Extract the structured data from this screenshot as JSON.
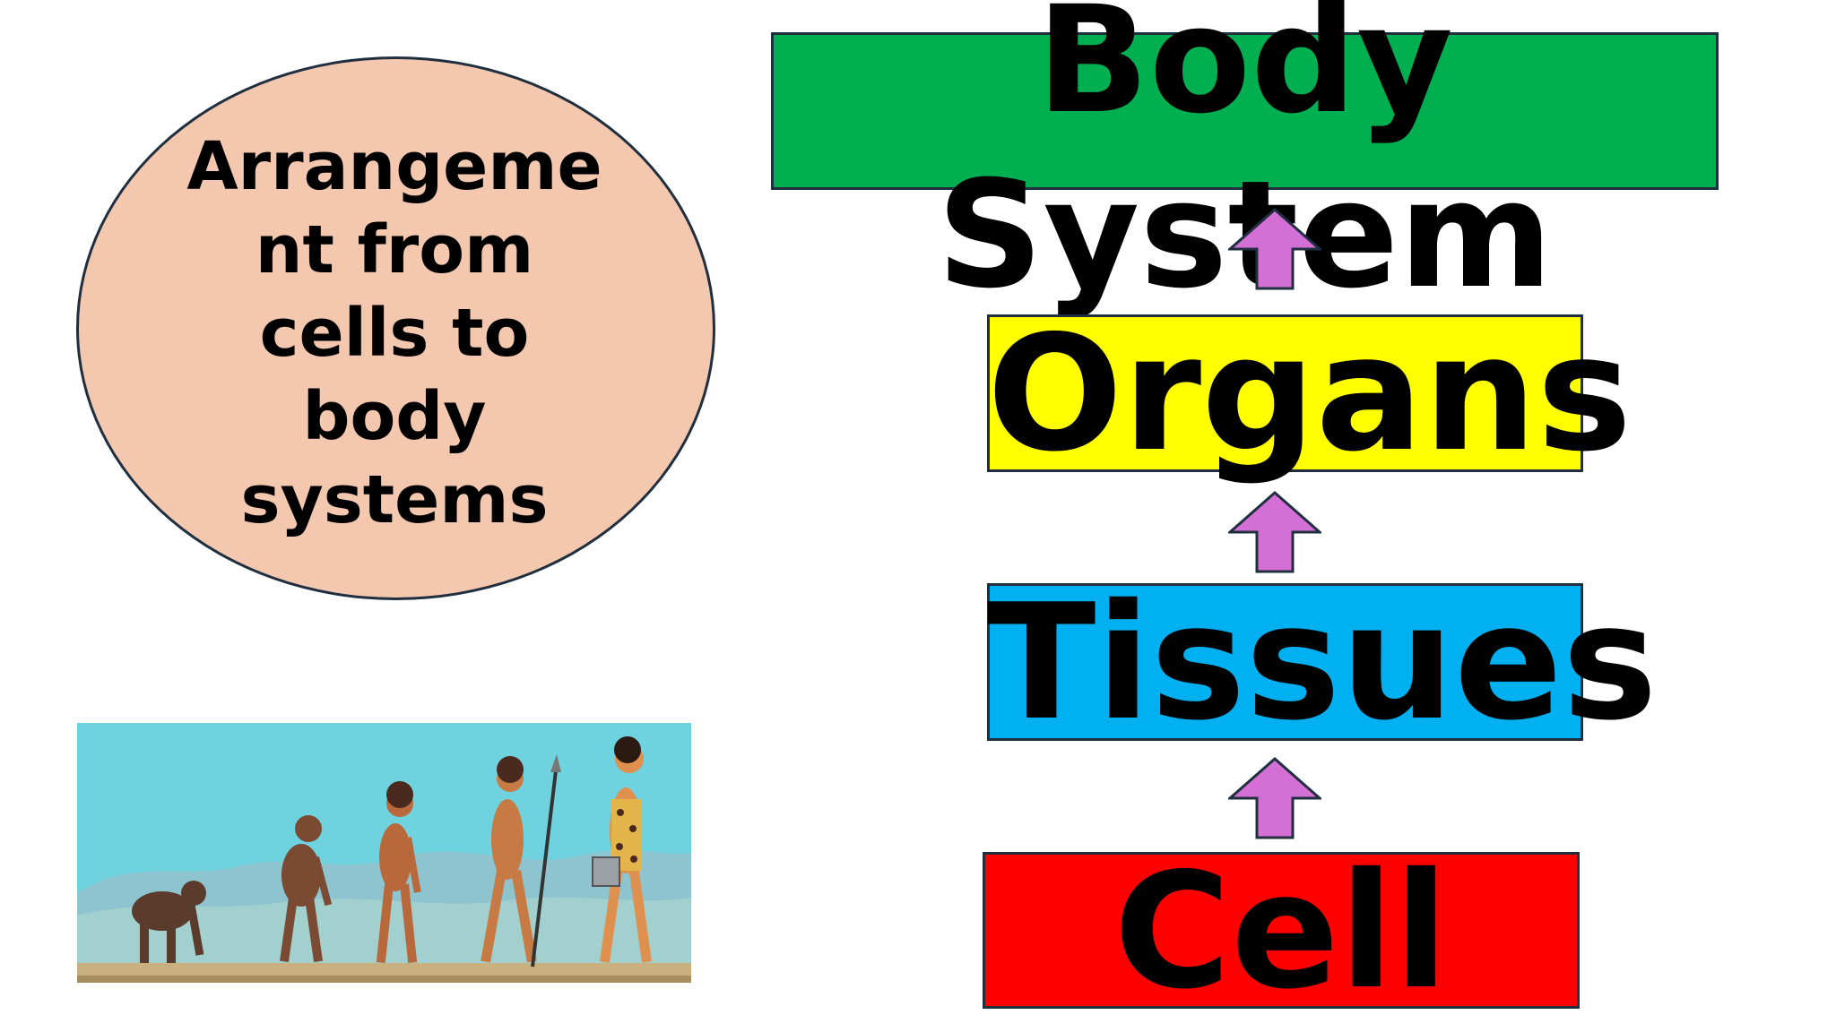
{
  "callout": {
    "text": "Arrangeme\nnt from\ncells to\nbody\nsystems",
    "fill": "#f4c7af"
  },
  "levels": {
    "body_system": {
      "label": "Body\nSystem",
      "color": "#00b050"
    },
    "organs": {
      "label": "Organs",
      "color": "#ffff00"
    },
    "tissues": {
      "label": "Tissues",
      "color": "#00b0f0"
    },
    "cell": {
      "label": "Cell",
      "color": "#ff0000"
    }
  },
  "arrow_color": "#d46fd6",
  "image": {
    "icon": "human-evolution-illustration"
  }
}
